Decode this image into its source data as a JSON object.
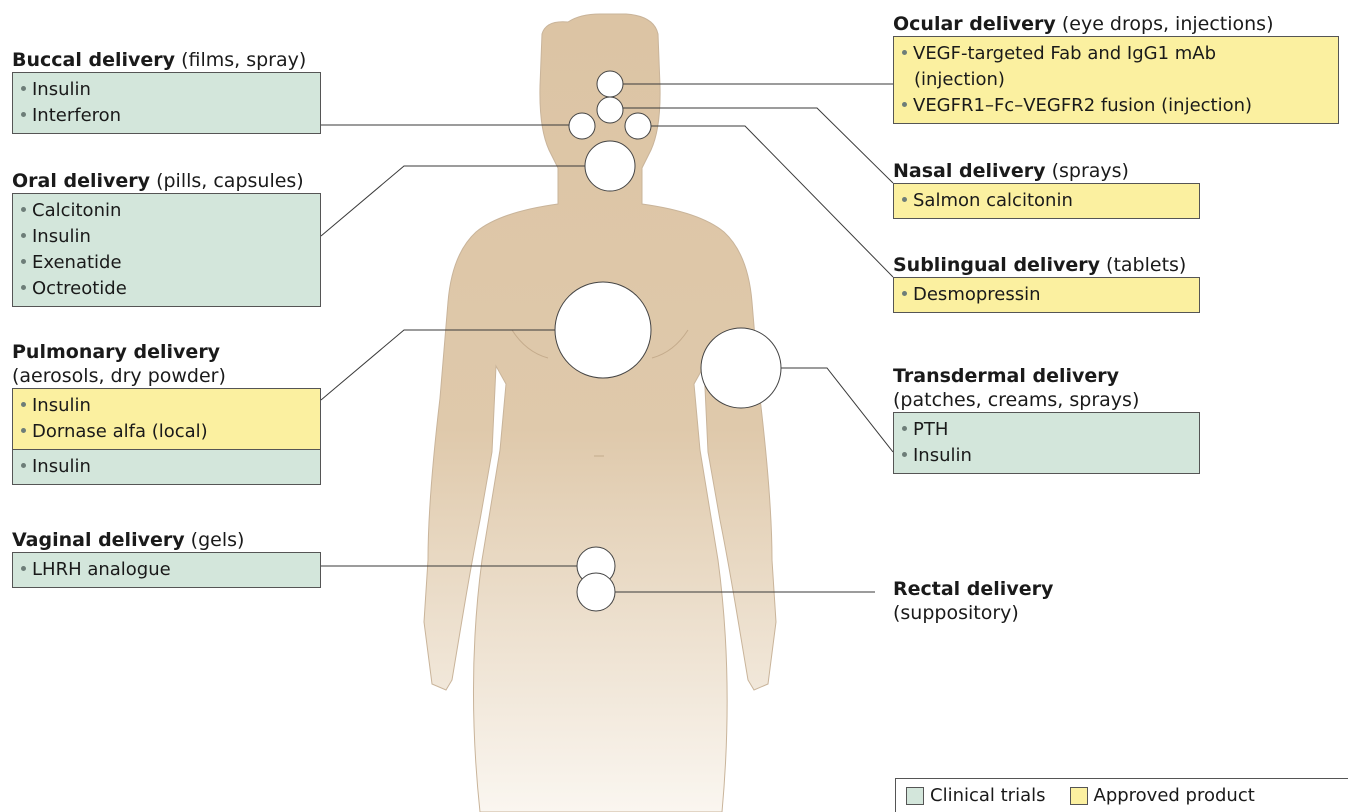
{
  "colors": {
    "clinical_trials": "#d3e6db",
    "approved_product": "#fbf0a0",
    "body_skin": "#dcc4a4",
    "body_fade": "#f8f3ec",
    "connector": "#3a3a3a"
  },
  "routes": {
    "buccal": {
      "title": "Buccal delivery",
      "sub": "(films, spray)",
      "boxes": [
        {
          "status": "clinical_trials",
          "items": [
            "Insulin",
            "Interferon"
          ]
        }
      ]
    },
    "oral": {
      "title": "Oral delivery",
      "sub": "(pills, capsules)",
      "boxes": [
        {
          "status": "clinical_trials",
          "items": [
            "Calcitonin",
            "Insulin",
            "Exenatide",
            "Octreotide"
          ]
        }
      ]
    },
    "pulmonary": {
      "title": "Pulmonary delivery",
      "sub": "(aerosols, dry powder)",
      "boxes": [
        {
          "status": "approved_product",
          "items": [
            "Insulin",
            "Dornase alfa (local)"
          ]
        },
        {
          "status": "clinical_trials",
          "items": [
            "Insulin"
          ]
        }
      ]
    },
    "vaginal": {
      "title": "Vaginal delivery",
      "sub": "(gels)",
      "boxes": [
        {
          "status": "clinical_trials",
          "items": [
            "LHRH analogue"
          ]
        }
      ]
    },
    "ocular": {
      "title": "Ocular delivery",
      "sub": "(eye drops, injections)",
      "boxes": [
        {
          "status": "approved_product",
          "items": [
            "VEGF-targeted Fab and IgG1 mAb",
            "(injection)",
            "VEGFR1–Fc–VEGFR2 fusion (injection)"
          ]
        }
      ]
    },
    "nasal": {
      "title": "Nasal delivery",
      "sub": "(sprays)",
      "boxes": [
        {
          "status": "approved_product",
          "items": [
            "Salmon calcitonin"
          ]
        }
      ]
    },
    "sublingual": {
      "title": "Sublingual delivery",
      "sub": "(tablets)",
      "boxes": [
        {
          "status": "approved_product",
          "items": [
            "Desmopressin"
          ]
        }
      ]
    },
    "transdermal": {
      "title": "Transdermal delivery",
      "sub": "(patches, creams, sprays)",
      "boxes": [
        {
          "status": "clinical_trials",
          "items": [
            "PTH",
            "Insulin"
          ]
        }
      ]
    },
    "rectal": {
      "title": "Rectal delivery",
      "sub": "(suppository)",
      "boxes": []
    }
  },
  "legend": {
    "clinical_trials": "Clinical trials",
    "approved_product": "Approved product"
  }
}
